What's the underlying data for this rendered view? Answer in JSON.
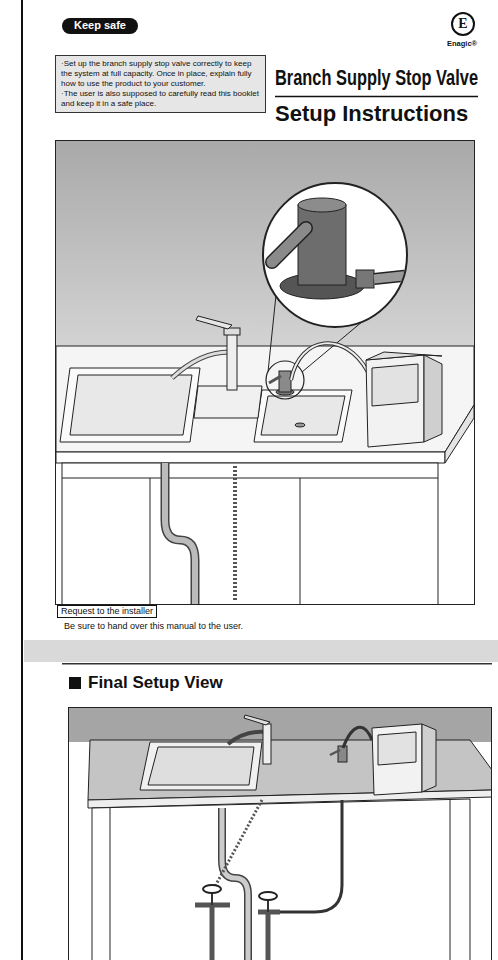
{
  "diagram": {
    "title": "Branch Supply Stop Valve",
    "nodes": [
      {
        "text": [
          "Keep safe"
        ]
      },
      {
        "text": [
          "E"
        ]
      },
      {
        "text": [
          "·Set up the branch supply stop valve correctly to keep the system at full capacity. Once in place, explain fully how to use the product to your customer.",
          "·The user is also supposed to carefully read this booklet and keep it in a safe place."
        ]
      },
      {
        "text": [
          "Request to the installer"
        ]
      }
    ],
    "labels": [
      "Enagic®",
      "Setup Instructions",
      "Be sure to hand over this manual to the user.",
      "Final Setup View"
    ]
  }
}
